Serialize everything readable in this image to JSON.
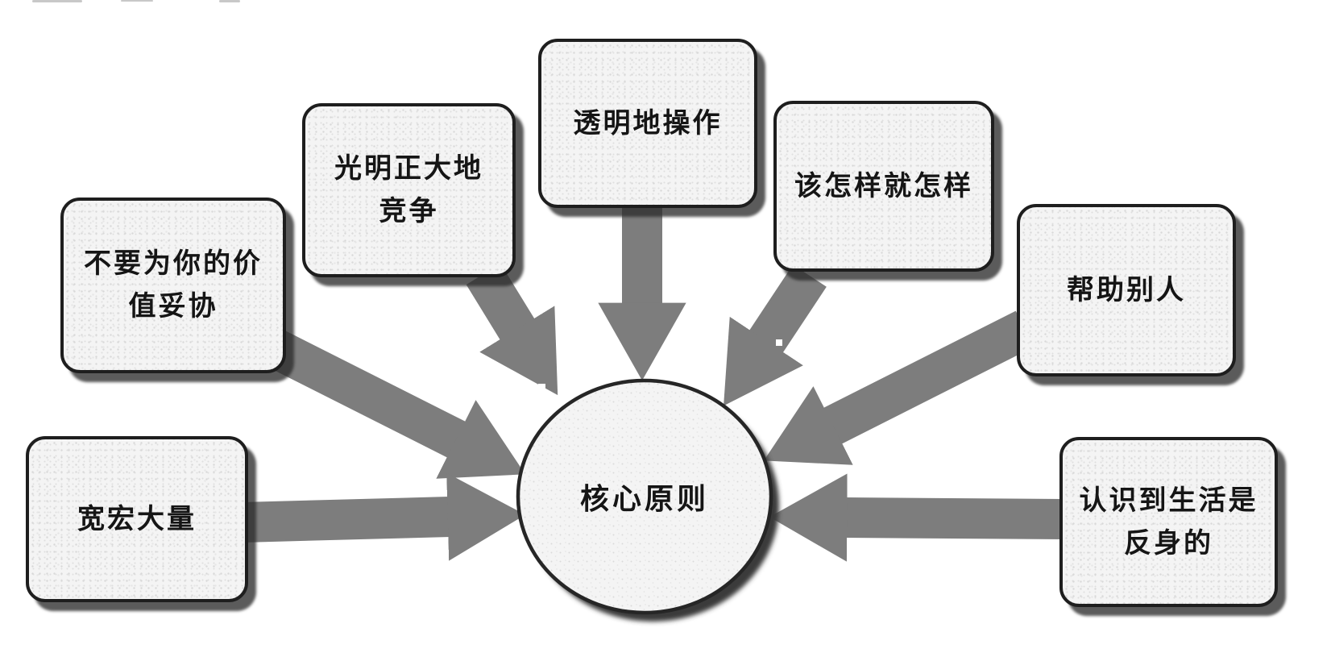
{
  "diagram": {
    "center": {
      "label": "核心原则"
    },
    "boxes": [
      {
        "label": "不要为你的价\n值妥协"
      },
      {
        "label": "光明正大地\n竞争"
      },
      {
        "label": "透明地操作"
      },
      {
        "label": "该怎样就怎样"
      },
      {
        "label": "帮助别人"
      },
      {
        "label": "宽宏大量"
      },
      {
        "label": "认识到生活是\n反身的"
      }
    ],
    "colors": {
      "arrow": "#7d7d7d",
      "outline": "#1e1e1e",
      "box_fill": "#f4f4f4",
      "shadow": "#2d2d2d",
      "text": "#151515",
      "background": "#ffffff"
    }
  }
}
